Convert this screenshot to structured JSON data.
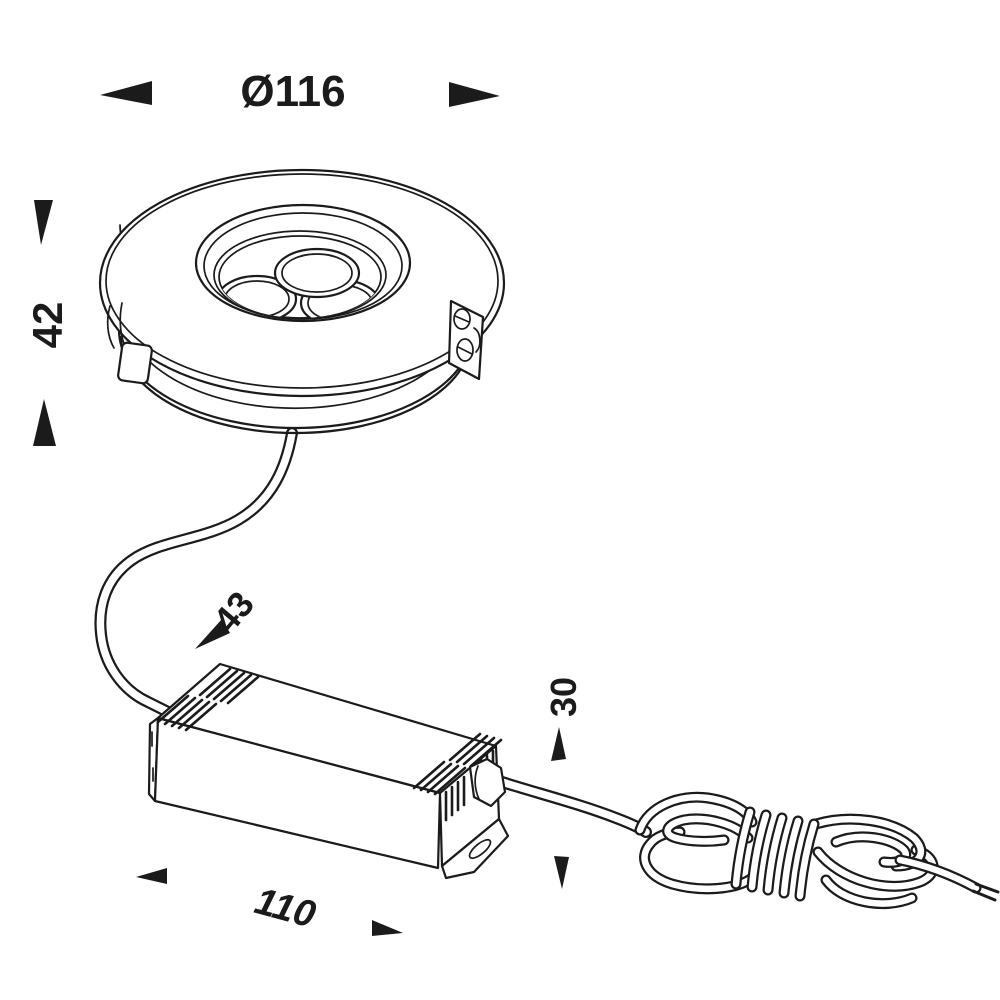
{
  "drawing": {
    "type": "technical-line-drawing",
    "subject": "recessed LED downlight with remote driver box and power cord",
    "colors": {
      "line": "#1b1b1b",
      "background": "#ffffff"
    },
    "dimensions": {
      "fixture_diameter": "Ø116",
      "fixture_height": "42",
      "driver_width": "43",
      "driver_height": "30",
      "driver_length": "110"
    }
  }
}
